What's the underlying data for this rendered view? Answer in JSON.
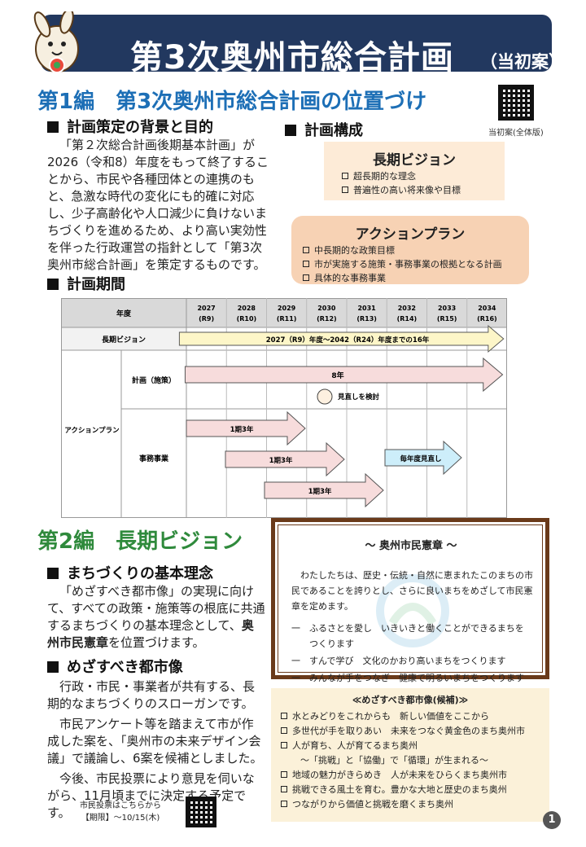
{
  "header": {
    "title": "第3次奥州市総合計画",
    "subtitle": "（当初案）"
  },
  "part1": {
    "heading": "第1編　第3次奥州市総合計画の位置づけ",
    "qr_caption": "当初案(全体版)",
    "background": {
      "heading": "計画策定の背景と目的",
      "text": "「第２次総合計画後期基本計画」が2026（令和8）年度をもって終了することから、市民や各種団体との連携のもと、急激な時代の変化にも的確に対応し、少子高齢化や人口減少に負けないまちづくりを進めるため、より高い実効性を伴った行政運営の指針として「第3次奥州市総合計画」を策定するものです。"
    },
    "structure": {
      "heading": "計画構成",
      "vision": {
        "title": "長期ビジョン",
        "items": [
          "超長期的な理念",
          "普遍性の高い将来像や目標"
        ]
      },
      "action": {
        "title": "アクションプラン",
        "items": [
          "中長期的な政策目標",
          "市が実施する施策・事務事業の根拠となる計画",
          "具体的な事務事業"
        ]
      }
    },
    "period": {
      "heading": "計画期間",
      "col_header": "年度",
      "years": [
        {
          "year": "2027",
          "reiwa": "(R9)"
        },
        {
          "year": "2028",
          "reiwa": "(R10)"
        },
        {
          "year": "2029",
          "reiwa": "(R11)"
        },
        {
          "year": "2030",
          "reiwa": "(R12)"
        },
        {
          "year": "2031",
          "reiwa": "(R13)"
        },
        {
          "year": "2032",
          "reiwa": "(R14)"
        },
        {
          "year": "2033",
          "reiwa": "(R15)"
        },
        {
          "year": "2034",
          "reiwa": "(R16)"
        }
      ],
      "row_vision": "長期ビジョン",
      "row_action": "アクションプラン",
      "row_plan": "計画（施策）",
      "row_jigyo": "事務事業",
      "vision_arrow": "2027（R9）年度～2042（R24）年度までの16年",
      "plan_arrow": "8年",
      "review_note": "見直しを検討",
      "term1": "1期3年",
      "term2": "1期3年",
      "term3": "1期3年",
      "annual": "毎年度見直し"
    }
  },
  "part2": {
    "heading": "第2編　長期ビジョン",
    "concept": {
      "heading": "まちづくりの基本理念",
      "text_before": "「めざすべき都市像」の実現に向けて、すべての政策・施策等の根底に共通するまちづくりの基本理念として、",
      "text_bold": "奥州市民憲章",
      "text_after": "を位置づけます。"
    },
    "city_image": {
      "heading": "めざすべき都市像",
      "p1": "行政・市民・事業者が共有する、長期的なまちづくりのスローガンです。",
      "p2": "市民アンケート等を踏まえて市が作成した案を、「奥州市の未来デザイン会議」で議論し、6案を候補としました。",
      "p3": "今後、市民投票により意見を伺いながら、11月頃までに決定する予定です。"
    },
    "vote": {
      "line1": "市民投票はこちらから",
      "line2": "【期限】～10/15(木)"
    },
    "charter": {
      "title": "～ 奥州市民憲章 ～",
      "intro": "わたしたちは、歴史・伝統・自然に恵まれたこのまちの市民であることを誇りとし、さらに良いまちをめざして市民憲章を定めます。",
      "items": [
        "ふるさとを愛し　いきいきと働くことができるまちを",
        "つくります",
        "すんで学び　文化のかおり高いまちをつくります",
        "みんなが手をつなぎ　健康で明るいまちをつくります"
      ]
    },
    "slogans": {
      "title": "≪めざすべき都市像(候補)≫",
      "items": [
        "水とみどりをこれからも　新しい価値をここから",
        "多世代が手を取りあい　未来をつなぐ黄金色のまち奥州市",
        "人が育ち、人が育てるまち奥州",
        "～「挑戦」と「協働」で「循環」が生まれる～",
        "地域の魅力がきらめき　人が未来をひらくまち奥州市",
        "挑戦できる風土を育む。豊かな大地と歴史のまち奥州",
        "つながりから価値と挑戦を磨くまち奥州"
      ]
    }
  },
  "page_number": "1",
  "colors": {
    "header_bg": "#22385f",
    "part1": "#1d6fb6",
    "part2": "#2f8a3c",
    "vision_arrow": "#fdf6c8",
    "plan_arrow": "#f7dcdc",
    "annual_arrow": "#cdeefa"
  }
}
